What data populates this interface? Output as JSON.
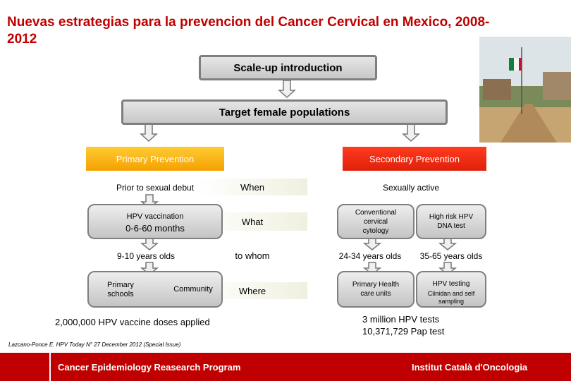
{
  "title": "Nuevas estrategias para la prevencion del Cancer Cervical en Mexico, 2008-2012",
  "boxes": {
    "scaleup": "Scale-up introduction",
    "target": "Target female populations",
    "primary": "Primary Prevention",
    "secondary": "Secondary Prevention"
  },
  "questions": {
    "when": "When",
    "what": "What",
    "to_whom": "to whom",
    "where": "Where"
  },
  "primary": {
    "when": "Prior to sexual debut",
    "what_title": "HPV vaccination",
    "what_value": "0-6-60 months",
    "to_whom": "9-10 years olds",
    "where_1": "Primary schools",
    "where_2": "Community",
    "summary": "2,000,000 HPV vaccine doses applied"
  },
  "secondary": {
    "when": "Sexually active",
    "what_1": "Conventional cervical cytology",
    "what_2": "High risk HPV DNA test",
    "to_whom_1": "24-34 years olds",
    "to_whom_2": "35-65 years olds",
    "where_1": "Primary Health care units",
    "where_2_title": "HPV testing",
    "where_2_sub": "Clinidan and self sampling",
    "summary_1": "3 million HPV tests",
    "summary_2": "10,371,729 Pap test"
  },
  "reference": "Lazcano-Ponce E. HPV Today N° 27 December 2012 (Special Issue)",
  "footer": {
    "left": "Cancer Epidemiology Reasearch Program",
    "right": "Institut Català d'Oncologia"
  },
  "colors": {
    "title": "#c00000",
    "primary_box": "#f5a000",
    "secondary_box": "#e0200a",
    "footer": "#c00000"
  }
}
